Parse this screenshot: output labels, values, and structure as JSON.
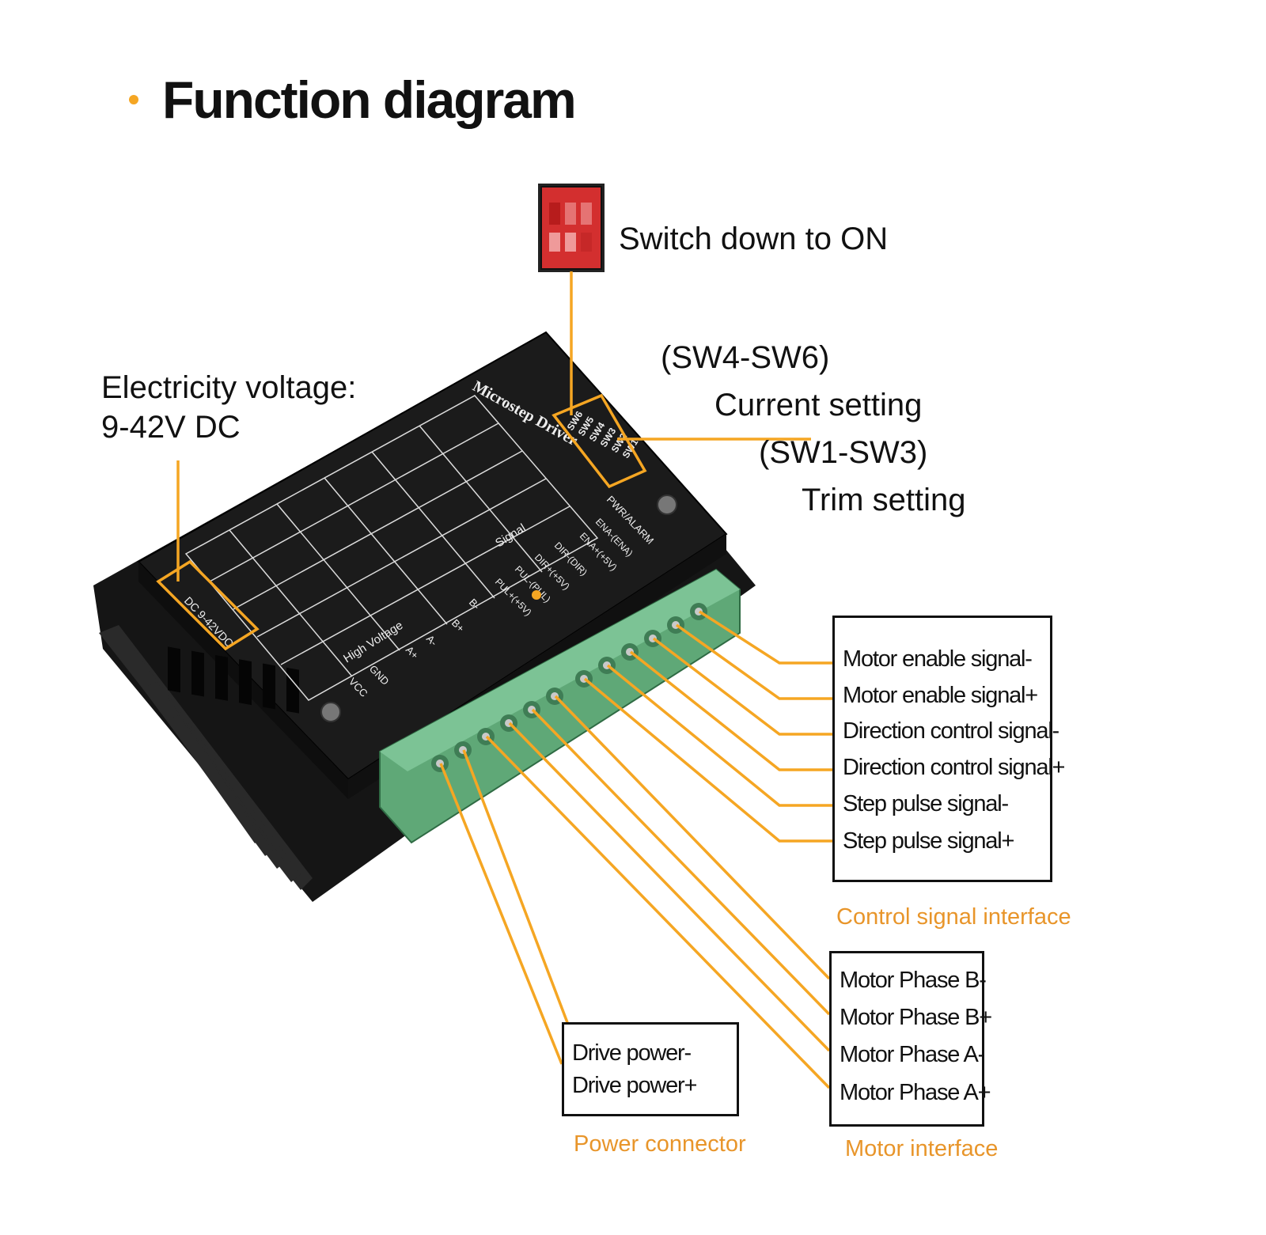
{
  "title": "Function diagram",
  "dip_switch_note": "Switch down to ON",
  "voltage": {
    "line1": "Electricity voltage:",
    "line2": "9-42V DC"
  },
  "switch_settings": {
    "current_range": "(SW4-SW6)",
    "current_label": "Current setting",
    "trim_range": "(SW1-SW3)",
    "trim_label": "Trim setting"
  },
  "control_signal": {
    "items": [
      "Motor enable signal-",
      "Motor enable signal+",
      "Direction control signal-",
      "Direction control signal+",
      "Step pulse signal-",
      "Step pulse signal+"
    ],
    "caption": "Control signal interface"
  },
  "motor": {
    "items": [
      "Motor Phase B-",
      "Motor Phase B+",
      "Motor Phase A-",
      "Motor Phase A+"
    ],
    "caption": "Motor interface"
  },
  "power": {
    "items": [
      "Drive power-",
      "Drive power+"
    ],
    "caption": "Power connector"
  },
  "device": {
    "name": "Microstep Driver",
    "input_label": "DC 9-42VDC",
    "high_voltage_label": "High Voltage",
    "signal_label": "Signal",
    "pwr_alarm": "PWR/ALARM",
    "terminal_labels": [
      "ENA-(ENA)",
      "ENA+(+5V)",
      "DIR-(DIR)",
      "DIR+(+5V)",
      "PUL-(PUL)",
      "PUL+(+5V)"
    ],
    "power_terminal_labels": [
      "B-",
      "B+",
      "A-",
      "A+",
      "GND",
      "VCC"
    ],
    "switch_labels": [
      "SW6",
      "SW5",
      "SW4",
      "SW3",
      "SW2",
      "SW1"
    ]
  },
  "colors": {
    "accent": "#f5a623",
    "caption": "#e8952a",
    "terminal_block": "#5fa877",
    "driver_body": "#1b1b1b"
  }
}
